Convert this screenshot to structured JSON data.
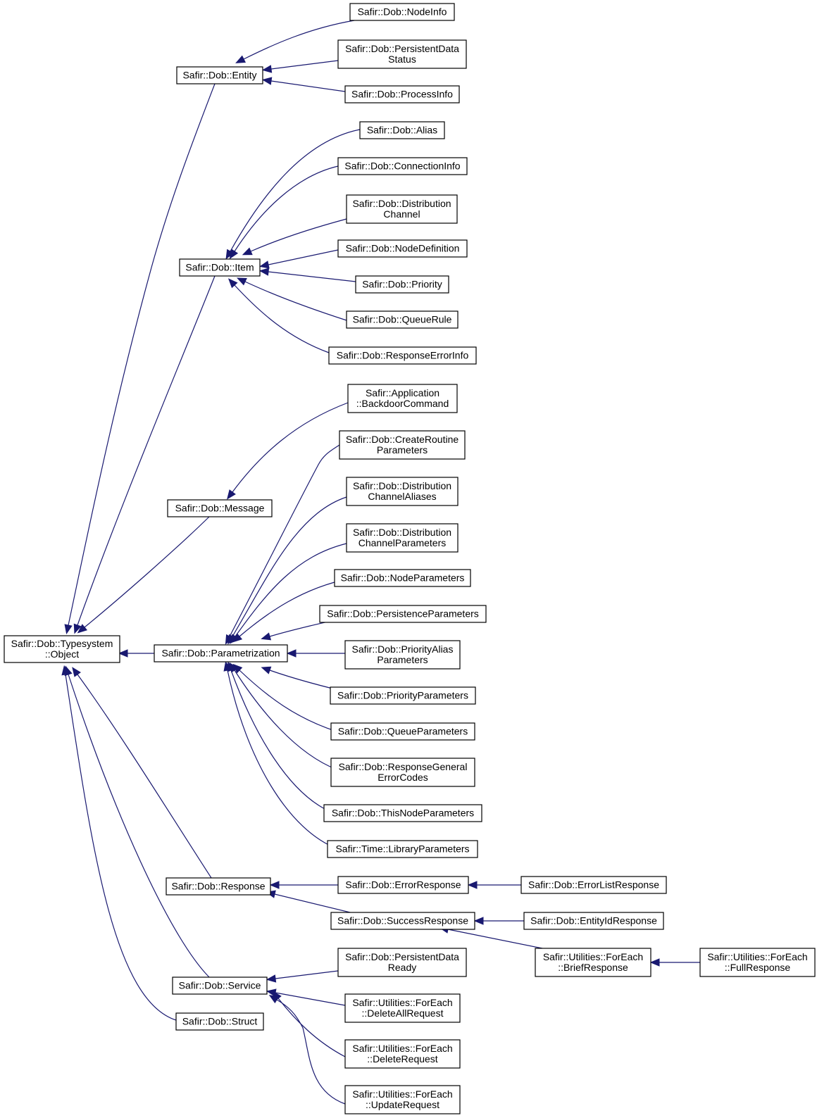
{
  "nodes": [
    {
      "id": "typesystem",
      "lines": [
        "Safir::Dob::Typesystem",
        "::Object"
      ]
    },
    {
      "id": "entity",
      "lines": [
        "Safir::Dob::Entity"
      ]
    },
    {
      "id": "item",
      "lines": [
        "Safir::Dob::Item"
      ]
    },
    {
      "id": "message",
      "lines": [
        "Safir::Dob::Message"
      ]
    },
    {
      "id": "parametrization",
      "lines": [
        "Safir::Dob::Parametrization"
      ]
    },
    {
      "id": "response",
      "lines": [
        "Safir::Dob::Response"
      ]
    },
    {
      "id": "service",
      "lines": [
        "Safir::Dob::Service"
      ]
    },
    {
      "id": "struct",
      "lines": [
        "Safir::Dob::Struct"
      ]
    },
    {
      "id": "nodeinfo",
      "lines": [
        "Safir::Dob::NodeInfo"
      ]
    },
    {
      "id": "persistentdatastatus",
      "lines": [
        "Safir::Dob::PersistentData",
        "Status"
      ]
    },
    {
      "id": "processinfo",
      "lines": [
        "Safir::Dob::ProcessInfo"
      ]
    },
    {
      "id": "alias",
      "lines": [
        "Safir::Dob::Alias"
      ]
    },
    {
      "id": "connectioninfo",
      "lines": [
        "Safir::Dob::ConnectionInfo"
      ]
    },
    {
      "id": "distributionchannel",
      "lines": [
        "Safir::Dob::Distribution",
        "Channel"
      ]
    },
    {
      "id": "nodedefinition",
      "lines": [
        "Safir::Dob::NodeDefinition"
      ]
    },
    {
      "id": "priority",
      "lines": [
        "Safir::Dob::Priority"
      ]
    },
    {
      "id": "queuerule",
      "lines": [
        "Safir::Dob::QueueRule"
      ]
    },
    {
      "id": "responseerrorinfo",
      "lines": [
        "Safir::Dob::ResponseErrorInfo"
      ]
    },
    {
      "id": "backdoorcommand",
      "lines": [
        "Safir::Application",
        "::BackdoorCommand"
      ]
    },
    {
      "id": "createroutineparameters",
      "lines": [
        "Safir::Dob::CreateRoutine",
        "Parameters"
      ]
    },
    {
      "id": "distributionchannelaliases",
      "lines": [
        "Safir::Dob::Distribution",
        "ChannelAliases"
      ]
    },
    {
      "id": "distributionchannelparameters",
      "lines": [
        "Safir::Dob::Distribution",
        "ChannelParameters"
      ]
    },
    {
      "id": "nodeparameters",
      "lines": [
        "Safir::Dob::NodeParameters"
      ]
    },
    {
      "id": "persistenceparameters",
      "lines": [
        "Safir::Dob::PersistenceParameters"
      ]
    },
    {
      "id": "priorityaliasparameters",
      "lines": [
        "Safir::Dob::PriorityAlias",
        "Parameters"
      ]
    },
    {
      "id": "priorityparameters",
      "lines": [
        "Safir::Dob::PriorityParameters"
      ]
    },
    {
      "id": "queueparameters",
      "lines": [
        "Safir::Dob::QueueParameters"
      ]
    },
    {
      "id": "responsegeneralerrorcodes",
      "lines": [
        "Safir::Dob::ResponseGeneral",
        "ErrorCodes"
      ]
    },
    {
      "id": "thisnodeparameters",
      "lines": [
        "Safir::Dob::ThisNodeParameters"
      ]
    },
    {
      "id": "libraryparameters",
      "lines": [
        "Safir::Time::LibraryParameters"
      ]
    },
    {
      "id": "errorresponse",
      "lines": [
        "Safir::Dob::ErrorResponse"
      ]
    },
    {
      "id": "errorlistresponse",
      "lines": [
        "Safir::Dob::ErrorListResponse"
      ]
    },
    {
      "id": "successresponse",
      "lines": [
        "Safir::Dob::SuccessResponse"
      ]
    },
    {
      "id": "entityidresponse",
      "lines": [
        "Safir::Dob::EntityIdResponse"
      ]
    },
    {
      "id": "briefresponse",
      "lines": [
        "Safir::Utilities::ForEach",
        "::BriefResponse"
      ]
    },
    {
      "id": "fullresponse",
      "lines": [
        "Safir::Utilities::ForEach",
        "::FullResponse"
      ]
    },
    {
      "id": "persistentdataready",
      "lines": [
        "Safir::Dob::PersistentData",
        "Ready"
      ]
    },
    {
      "id": "deleteallrequest",
      "lines": [
        "Safir::Utilities::ForEach",
        "::DeleteAllRequest"
      ]
    },
    {
      "id": "deleterequest",
      "lines": [
        "Safir::Utilities::ForEach",
        "::DeleteRequest"
      ]
    },
    {
      "id": "updaterequest",
      "lines": [
        "Safir::Utilities::ForEach",
        "::UpdateRequest"
      ]
    }
  ],
  "edges": [
    {
      "from": "entity",
      "to": "typesystem"
    },
    {
      "from": "item",
      "to": "typesystem"
    },
    {
      "from": "message",
      "to": "typesystem"
    },
    {
      "from": "parametrization",
      "to": "typesystem"
    },
    {
      "from": "response",
      "to": "typesystem"
    },
    {
      "from": "service",
      "to": "typesystem"
    },
    {
      "from": "struct",
      "to": "typesystem"
    },
    {
      "from": "nodeinfo",
      "to": "entity"
    },
    {
      "from": "persistentdatastatus",
      "to": "entity"
    },
    {
      "from": "processinfo",
      "to": "entity"
    },
    {
      "from": "alias",
      "to": "item"
    },
    {
      "from": "connectioninfo",
      "to": "item"
    },
    {
      "from": "distributionchannel",
      "to": "item"
    },
    {
      "from": "nodedefinition",
      "to": "item"
    },
    {
      "from": "priority",
      "to": "item"
    },
    {
      "from": "queuerule",
      "to": "item"
    },
    {
      "from": "responseerrorinfo",
      "to": "item"
    },
    {
      "from": "backdoorcommand",
      "to": "message"
    },
    {
      "from": "createroutineparameters",
      "to": "parametrization"
    },
    {
      "from": "distributionchannelaliases",
      "to": "parametrization"
    },
    {
      "from": "distributionchannelparameters",
      "to": "parametrization"
    },
    {
      "from": "nodeparameters",
      "to": "parametrization"
    },
    {
      "from": "persistenceparameters",
      "to": "parametrization"
    },
    {
      "from": "priorityaliasparameters",
      "to": "parametrization"
    },
    {
      "from": "priorityparameters",
      "to": "parametrization"
    },
    {
      "from": "queueparameters",
      "to": "parametrization"
    },
    {
      "from": "responsegeneralerrorcodes",
      "to": "parametrization"
    },
    {
      "from": "thisnodeparameters",
      "to": "parametrization"
    },
    {
      "from": "libraryparameters",
      "to": "parametrization"
    },
    {
      "from": "errorresponse",
      "to": "response"
    },
    {
      "from": "successresponse",
      "to": "response"
    },
    {
      "from": "errorlistresponse",
      "to": "errorresponse"
    },
    {
      "from": "entityidresponse",
      "to": "successresponse"
    },
    {
      "from": "briefresponse",
      "to": "successresponse"
    },
    {
      "from": "fullresponse",
      "to": "briefresponse"
    },
    {
      "from": "persistentdataready",
      "to": "service"
    },
    {
      "from": "deleteallrequest",
      "to": "service"
    },
    {
      "from": "deleterequest",
      "to": "service"
    },
    {
      "from": "updaterequest",
      "to": "service"
    }
  ],
  "colors": {
    "edge": "#191970",
    "box_border": "#000000",
    "box_fill": "#ffffff"
  }
}
